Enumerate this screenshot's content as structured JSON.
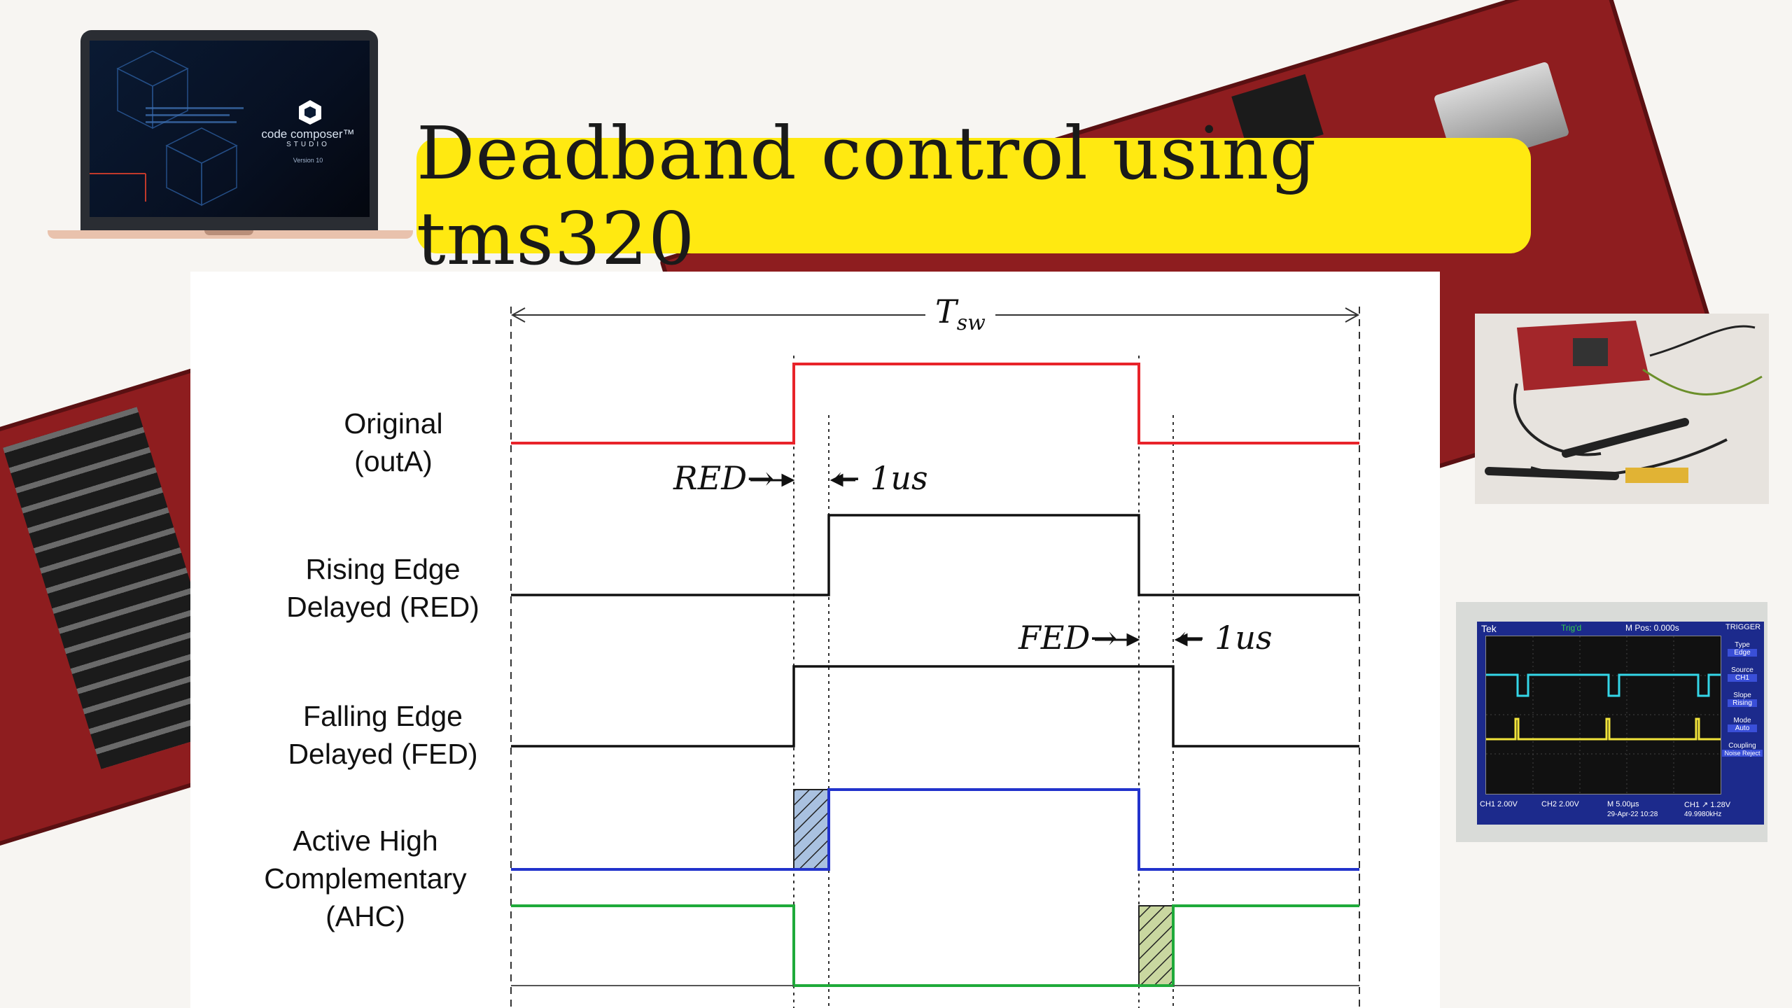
{
  "title": "Deadband control using tms320",
  "laptop": {
    "app_name": "code composer™",
    "app_sub": "STUDIO",
    "version": "Version 10"
  },
  "diagram": {
    "period_label": "T",
    "period_sub": "sw",
    "signals": [
      {
        "line1": "Original",
        "line2": "(outA)"
      },
      {
        "line1": "Rising Edge",
        "line2": "Delayed (RED)"
      },
      {
        "line1": "Falling Edge",
        "line2": "Delayed (FED)"
      },
      {
        "line1": "Active High",
        "line2": "Complementary",
        "line3": "(AHC)"
      }
    ],
    "red_label": "RED→",
    "red_delay": "← 1us",
    "fed_label": "FED→",
    "fed_delay": "← 1us",
    "colors": {
      "original": "#e8232a",
      "blue": "#2233cc",
      "green": "#1faa3a",
      "black": "#111111"
    }
  },
  "scope": {
    "brand": "Tek",
    "status": "Trig'd",
    "mpos": "M Pos: 0.000s",
    "menu_title": "TRIGGER",
    "menu": [
      {
        "label": "Type",
        "value": "Edge"
      },
      {
        "label": "Source",
        "value": "CH1"
      },
      {
        "label": "Slope",
        "value": "Rising"
      },
      {
        "label": "Mode",
        "value": "Auto"
      },
      {
        "label": "Coupling",
        "value": "Noise Reject"
      }
    ],
    "ch1": "CH1  2.00V",
    "ch2": "CH2  2.00V",
    "timebase": "M 5.00µs",
    "date": "29-Apr-22 10:28",
    "trig": "CH1 ↗ 1.28V",
    "freq": "49.9980kHz"
  }
}
